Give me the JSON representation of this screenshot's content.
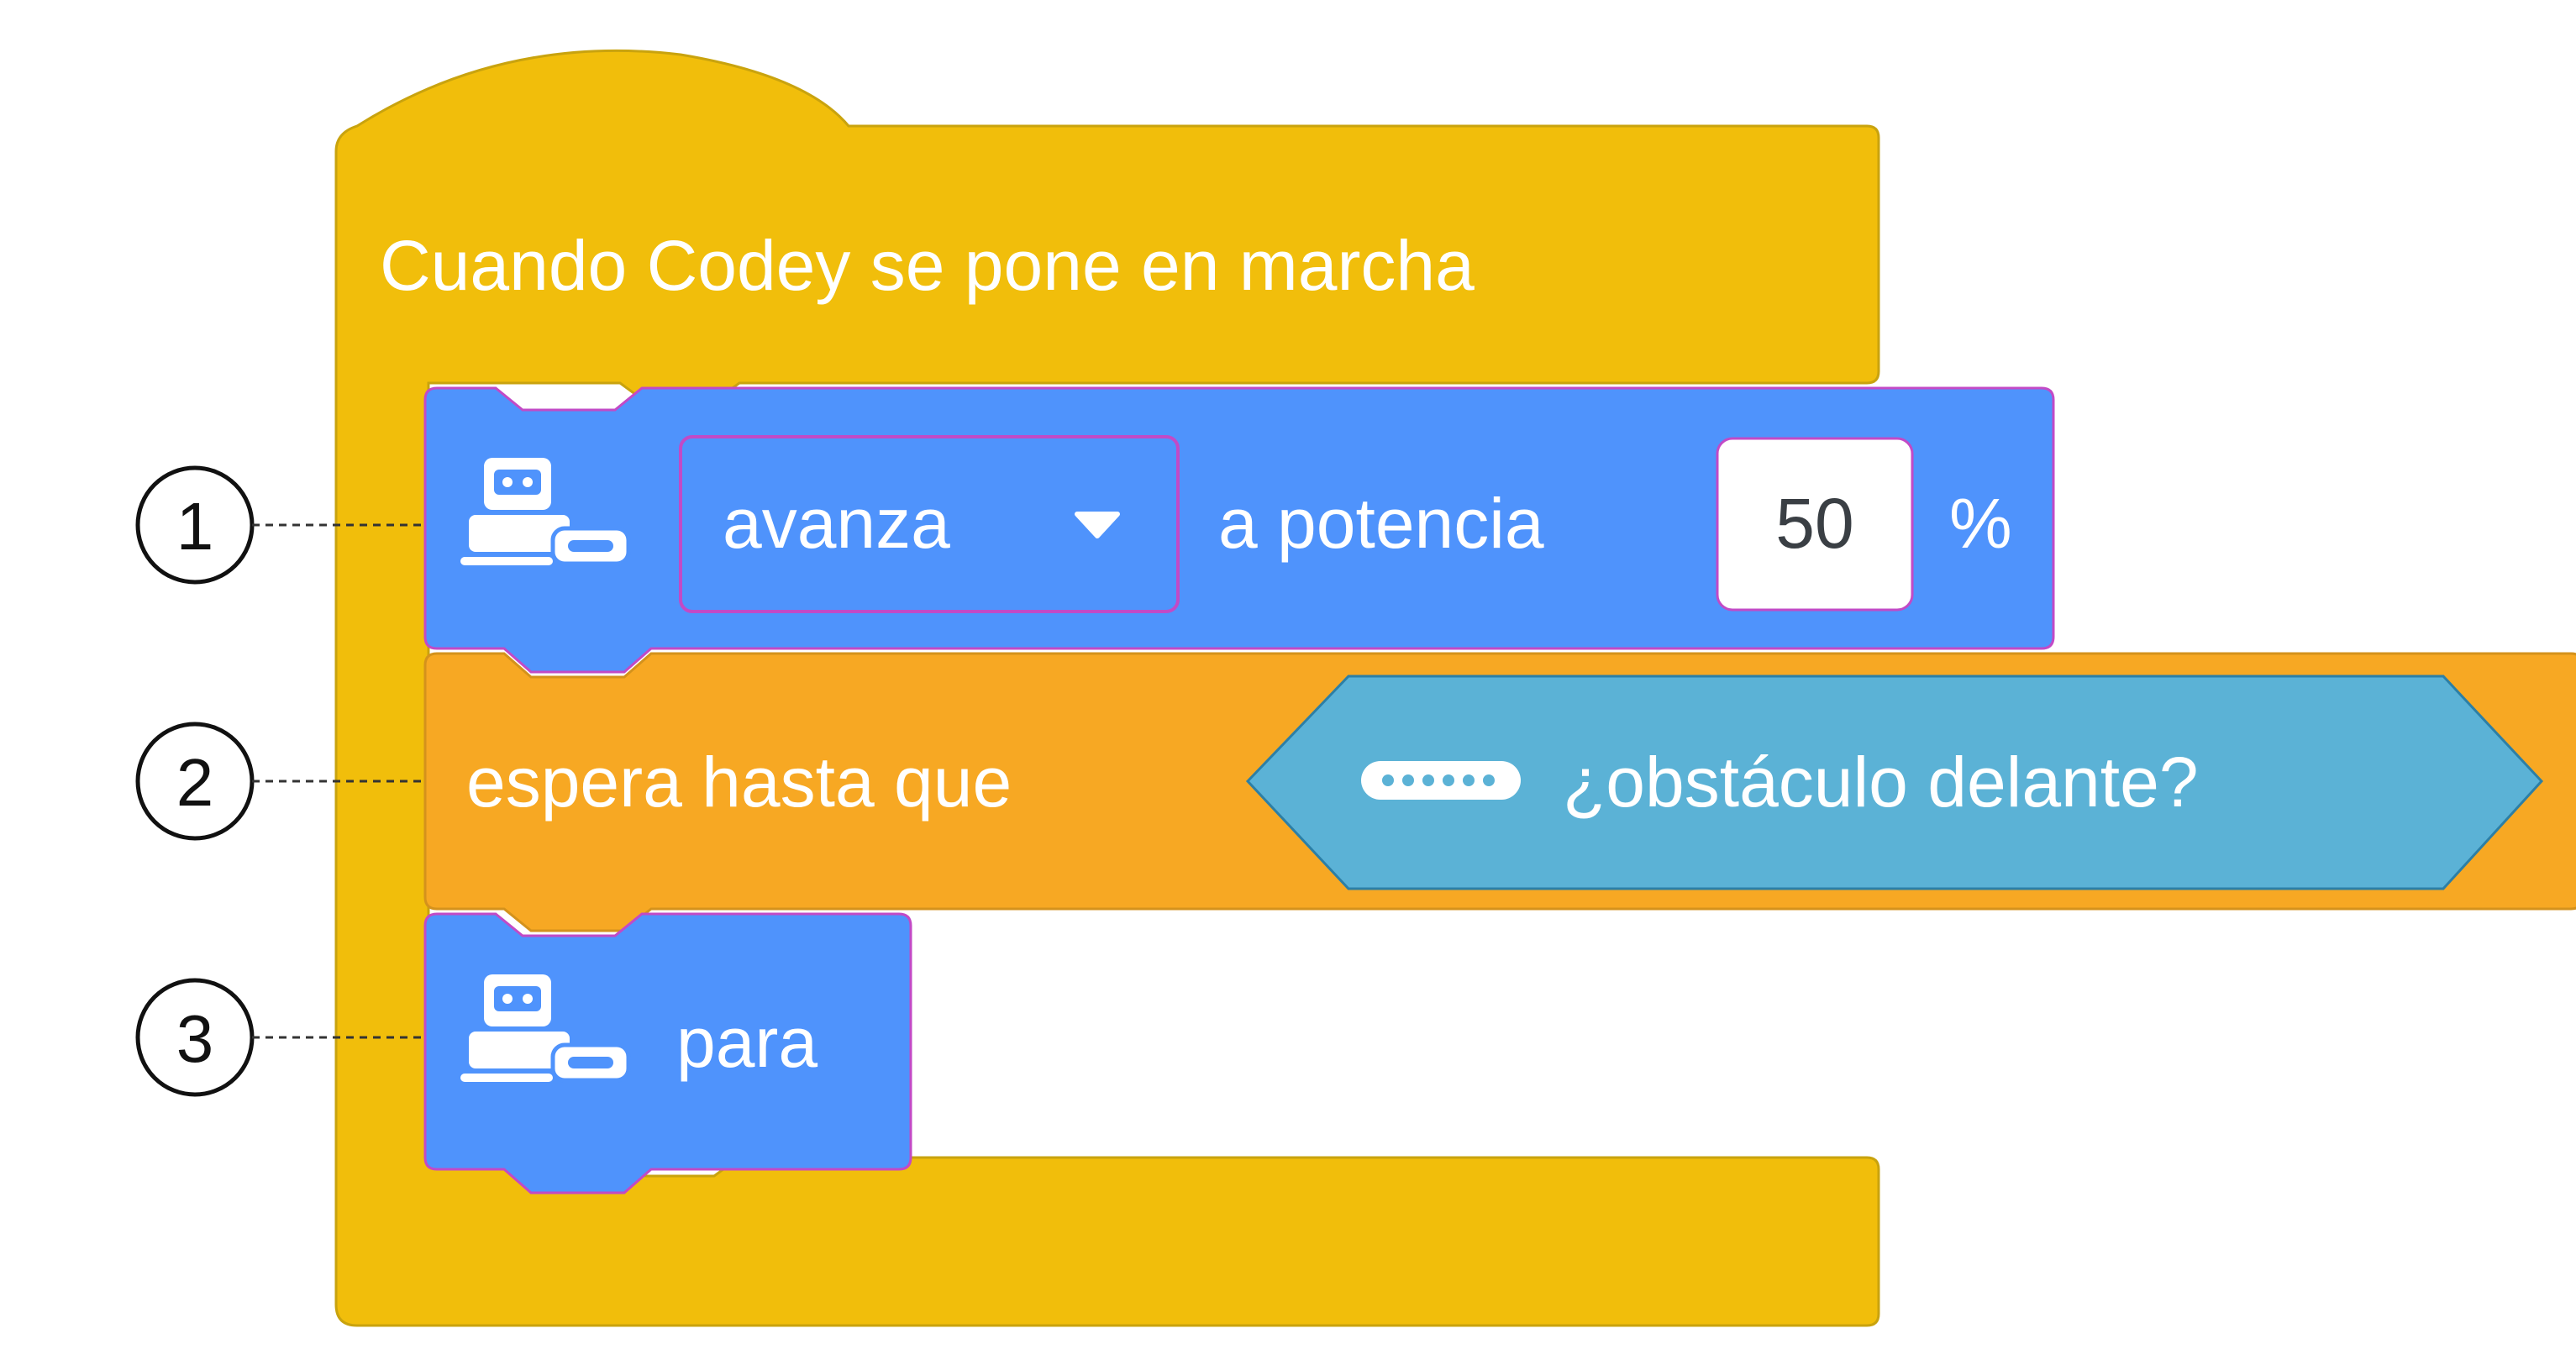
{
  "colors": {
    "event_block": "#F1BE0B",
    "event_border": "#C9A30E",
    "motion_block": "#4F93FC",
    "motion_border": "#C24AC6",
    "control_block": "#F7A823",
    "control_border": "#D4921C",
    "sensor_block": "#5BB2D6",
    "sensor_border": "#2C7FA6",
    "input_bg": "#FFFFFF",
    "callout_line": "#333333"
  },
  "event_block": {
    "label": "Cuando Codey se pone en marcha",
    "icon": "codey-robot-icon"
  },
  "blocks": {
    "move": {
      "icon": "codey-robot-icon",
      "direction_value": "avanza",
      "dropdown_icon": "triangle-down-icon",
      "text": "a potencia",
      "power_value": "50",
      "unit": "%"
    },
    "wait": {
      "text": "espera hasta que",
      "condition_label": "¿obstáculo delante?",
      "condition_icon": "ultrasonic-sensor-icon"
    },
    "stop": {
      "icon": "codey-robot-icon",
      "text": "para"
    }
  },
  "callouts": [
    {
      "number": "1"
    },
    {
      "number": "2"
    },
    {
      "number": "3"
    }
  ]
}
